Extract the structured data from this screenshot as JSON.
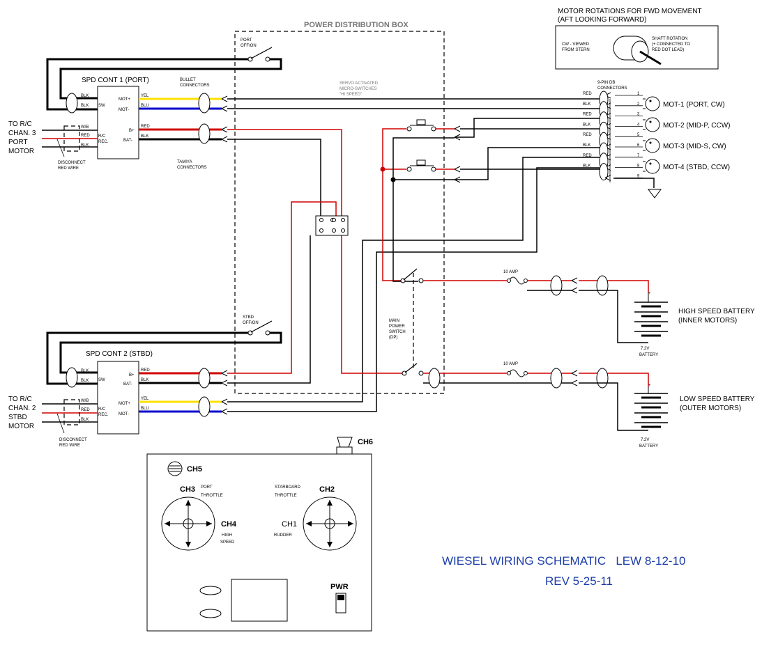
{
  "title": "WIESEL WIRING SCHEMATIC   LEW 8-12-10",
  "revision": "REV 5-25-11",
  "power_box": {
    "label": "POWER DISTRIBUTION BOX"
  },
  "motor_rotation": {
    "title1": "MOTOR ROTATIONS FOR FWD MOVEMENT",
    "title2": "(AFT LOOKING FORWARD)",
    "cw_label1": "CW - VIEWED",
    "cw_label2": "FROM STERN",
    "shaft1": "SHAFT ROTATION",
    "shaft2": "(+ CONNECTED TO",
    "shaft3": "RED DOT LEAD)"
  },
  "speed_controllers": {
    "port": {
      "label": "SPD CONT 1 (PORT)",
      "switch": "PORT",
      "switch2": "OFF/ON"
    },
    "stbd": {
      "label": "SPD CONT 2 (STBD)",
      "switch": "STBD",
      "switch2": "OFF/ON"
    }
  },
  "pins": {
    "mot_plus": "MOT+",
    "mot_minus": "MOT-",
    "b_plus": "B+",
    "bat_minus": "BAT-",
    "sw": "SW",
    "rc": "R/C",
    "rec": "REC."
  },
  "wire_labels": {
    "blk": "BLK",
    "yel": "YEL",
    "blu": "BLU",
    "red": "RED",
    "wb": "W/B"
  },
  "rc_inputs": {
    "port": {
      "l1": "TO R/C",
      "l2": "CHAN. 3",
      "l3": "PORT",
      "l4": "MOTOR"
    },
    "stbd": {
      "l1": "TO R/C",
      "l2": "CHAN. 2",
      "l3": "STBD",
      "l4": "MOTOR"
    },
    "disc1": "DISCONNECT",
    "disc2": "RED WIRE"
  },
  "connectors": {
    "bullet1": "BULLET",
    "bullet2": "CONNECTORS",
    "tamiya1": "TAMIYA",
    "tamiya2": "CONNECTORS",
    "db1": "9-PIN DB",
    "db2": "CONNECTORS"
  },
  "servo": {
    "l1": "SERVO ACTIVATED",
    "l2": "MICRO-SWITCHES",
    "l3": "\"HI SPEED\""
  },
  "db_pins": [
    "1",
    "2",
    "3",
    "4",
    "5",
    "6",
    "7",
    "8",
    "9"
  ],
  "db_wires": [
    "RED",
    "BLK",
    "RED",
    "BLK",
    "RED",
    "BLK",
    "RED",
    "BLK"
  ],
  "motors": [
    "MOT-1 (PORT, CW)",
    "MOT-2 (MID-P, CCW)",
    "MOT-3 (MID-S, CW)",
    "MOT-4 (STBD, CCW)"
  ],
  "main_switch": {
    "l1": "MAIN",
    "l2": "POWER",
    "l3": "SWITCH",
    "l4": "(DP)"
  },
  "fuse": "10 AMP",
  "batteries": {
    "high": {
      "l1": "HIGH SPEED BATTERY",
      "l2": "(INNER MOTORS)",
      "volt": "7.2V",
      "word": "BATTERY"
    },
    "low": {
      "l1": "LOW SPEED BATTERY",
      "l2": "(OUTER MOTORS)",
      "volt": "7.2V",
      "word": "BATTERY"
    }
  },
  "transmitter": {
    "ch1": "CH1",
    "ch2": "CH2",
    "ch3": "CH3",
    "ch4": "CH4",
    "ch5": "CH5",
    "ch6": "CH6",
    "port1": "PORT",
    "port2": "THROTTLE",
    "stbd1": "STARBOARD",
    "stbd2": "THROTTLE",
    "hs1": "HIGH",
    "hs2": "SPEED",
    "rudder": "RUDDER",
    "pwr": "PWR"
  },
  "colors": {
    "red": "#d00000",
    "yellow": "#ffe000",
    "blue": "#0000cc",
    "title": "#1a3caa"
  }
}
